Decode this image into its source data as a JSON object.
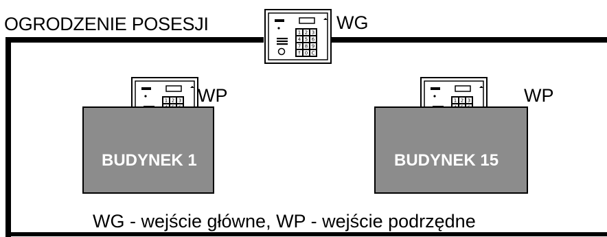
{
  "fence_label": "OGRODZENIE POSESJI",
  "main_entrance_tag": "WG",
  "buildings": [
    {
      "name": "BUDYNEK 1",
      "entrance_tag": "WP"
    },
    {
      "name": "BUDYNEK 15",
      "entrance_tag": "WP"
    }
  ],
  "legend": "WG - wejście główne, WP - wejście podrzędne",
  "colors": {
    "building_fill": "#8c8c8c",
    "building_text": "#ffffff",
    "fence": "#000000",
    "background": "#ffffff"
  },
  "keypad_keys": [
    "1",
    "2",
    "3",
    "4",
    "5",
    "6",
    "7",
    "8",
    "9",
    "↑",
    "0",
    "C"
  ]
}
